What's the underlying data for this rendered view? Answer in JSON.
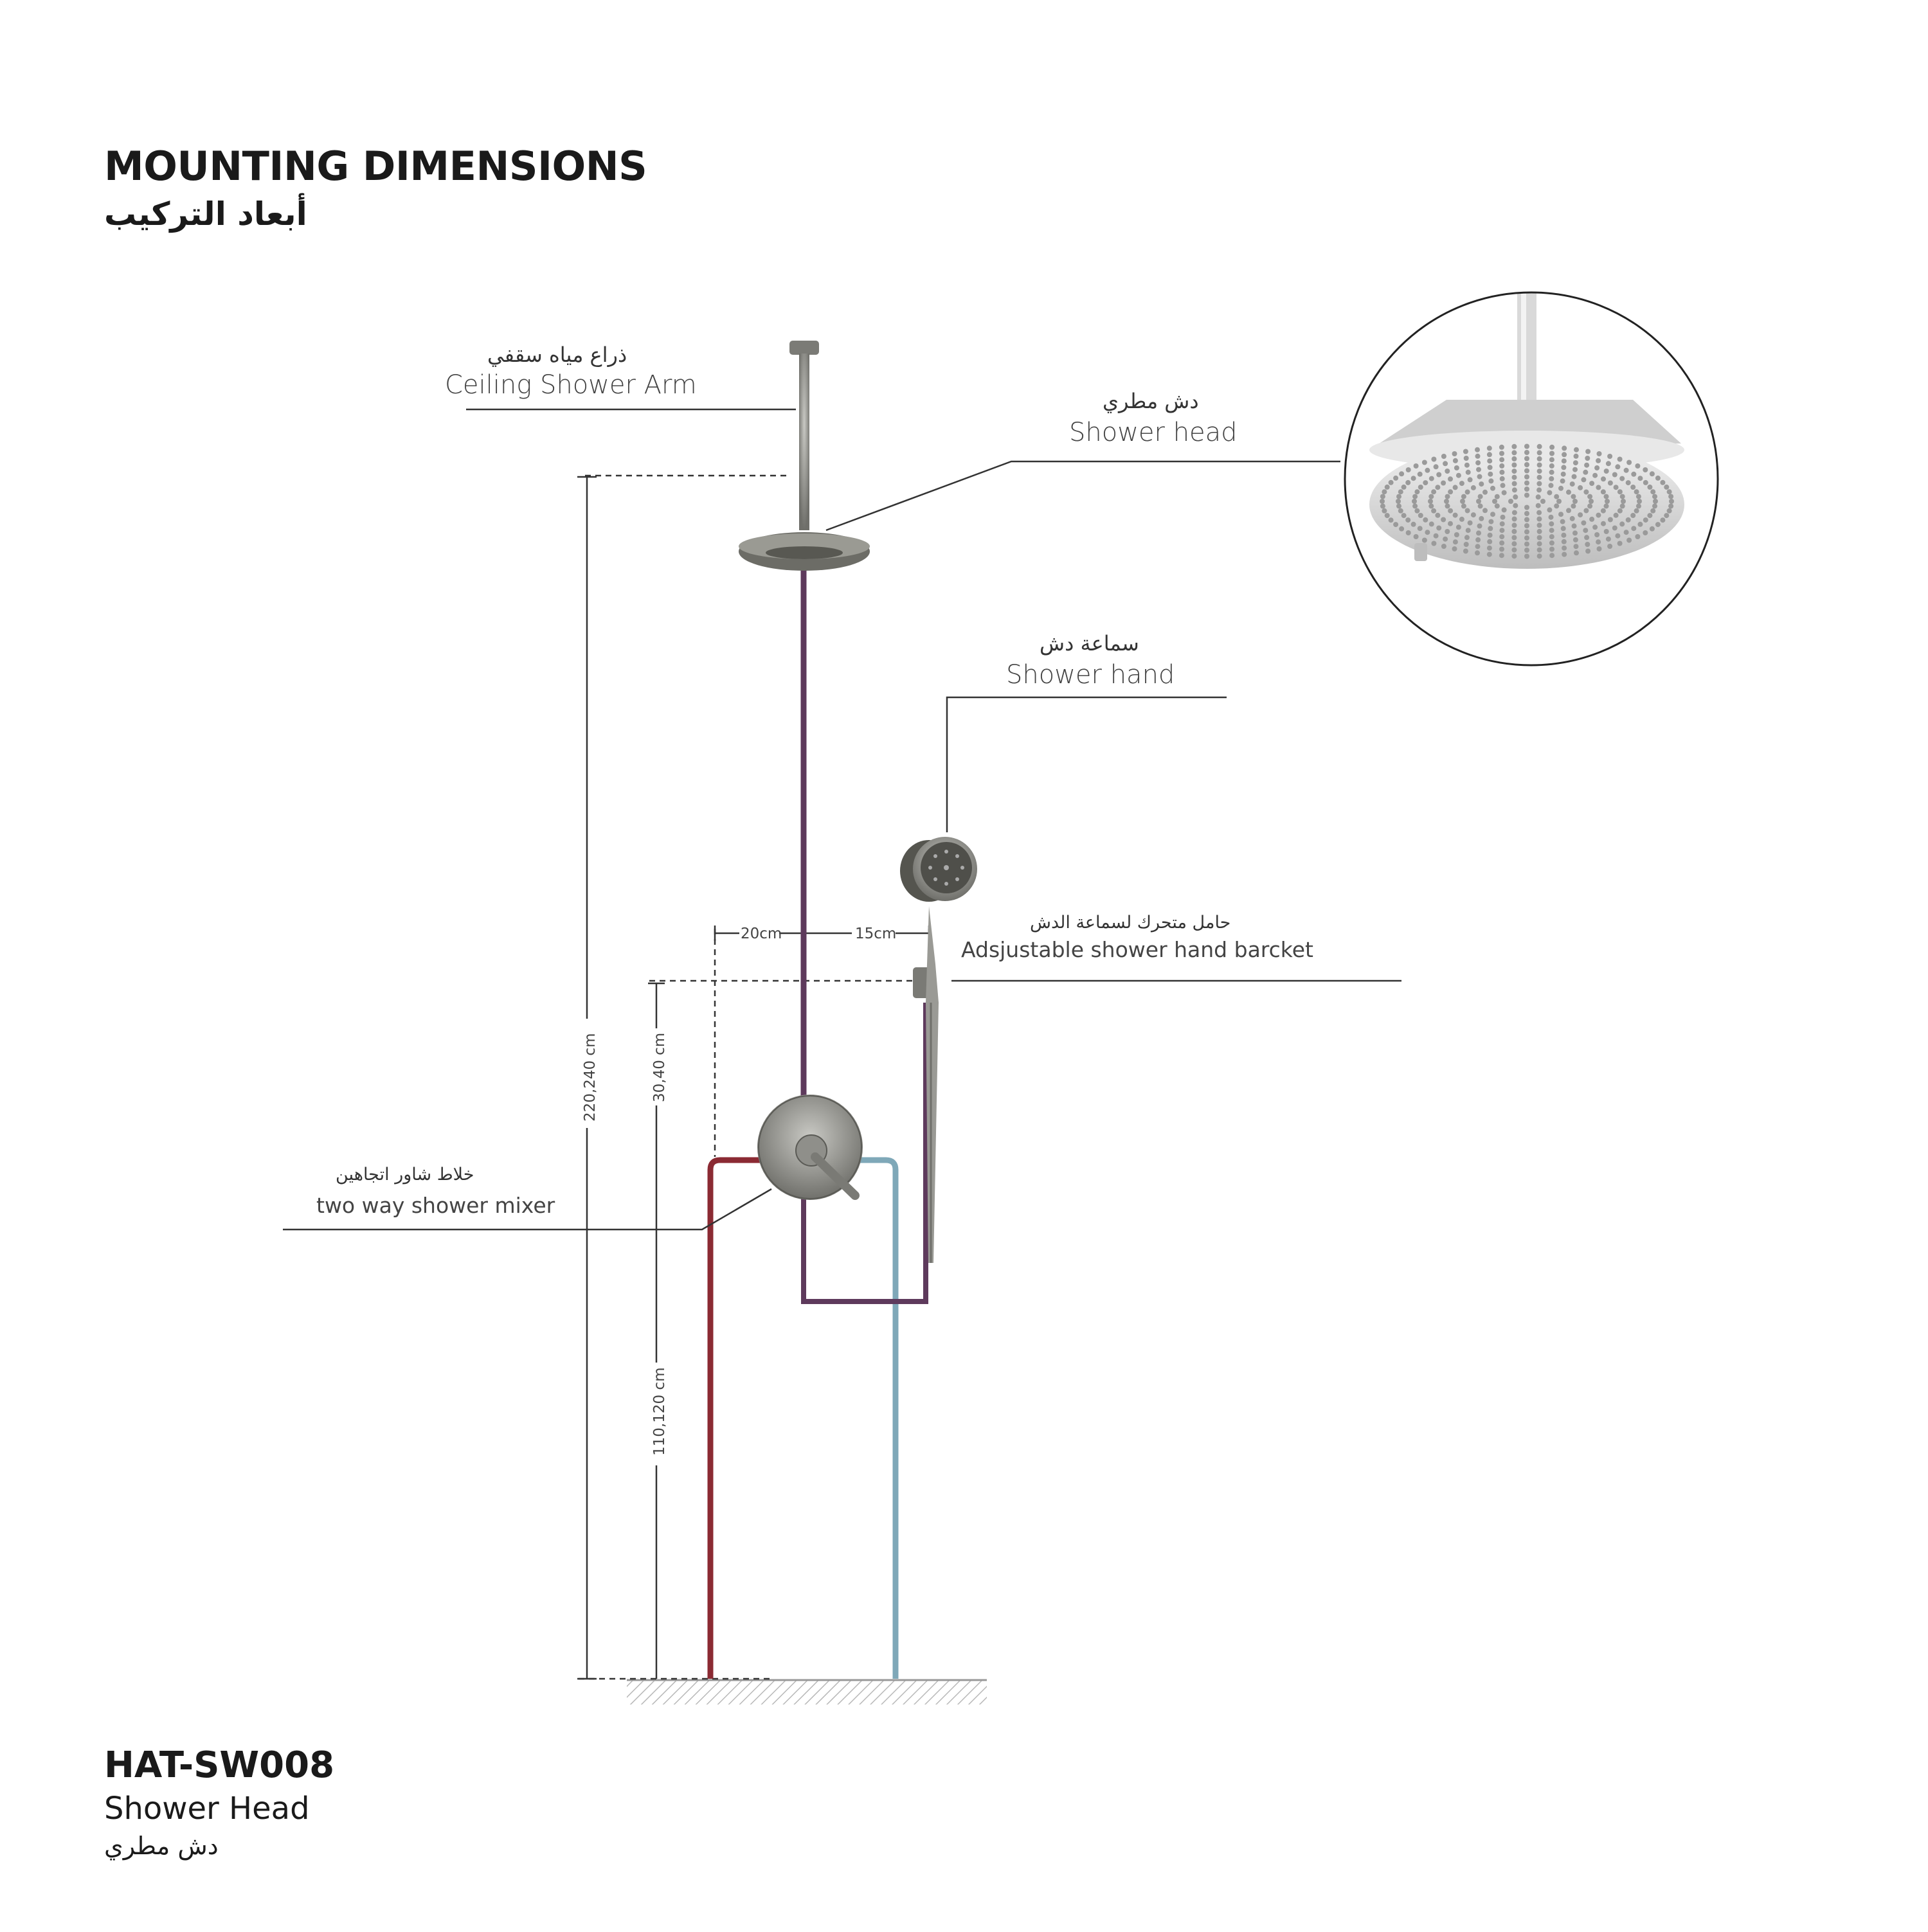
{
  "title": {
    "en": "MOUNTING DIMENSIONS",
    "ar": "أبعاد التركيب"
  },
  "labels": {
    "ceiling_arm": {
      "ar": "ذراع مياه سقفي",
      "en": "Ceiling Shower Arm"
    },
    "shower_head": {
      "ar": "دش مطري",
      "en": "Shower head"
    },
    "shower_hand": {
      "ar": "سماعة دش",
      "en": "Shower hand"
    },
    "bracket": {
      "ar": "حامل متحرك لسماعة الدش",
      "en": "Adsjustable shower hand barcket"
    },
    "mixer": {
      "ar": "خلاط شاور اتجاهين",
      "en": "two way shower mixer"
    }
  },
  "dimensions": {
    "total_height": "220,240 cm",
    "bracket_to_mixer": "30,40 cm",
    "mixer_height": "110,120 cm",
    "left_offset": "20cm",
    "right_offset": "15cm"
  },
  "product": {
    "model": "HAT-SW008",
    "name_en": "Shower Head",
    "name_ar": "دش مطري"
  },
  "colors": {
    "hot_pipe": "#8b2a33",
    "cold_pipe": "#7fa8b8",
    "mixed_pipe": "#5e3a5c",
    "chrome": "#8a8a86",
    "lines": "#333333"
  }
}
